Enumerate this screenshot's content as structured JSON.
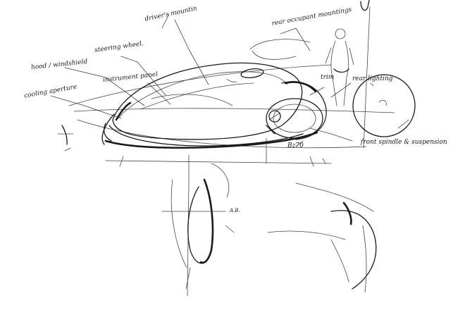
{
  "labels": {
    "driver_mounting": "driver's mountin",
    "rear_occupant_mounting": "rear occupant mountings",
    "steering_wheel": "steering wheel.",
    "hood_windshield": "hood / windshield",
    "instrument_panel": "instrument panel",
    "trim": "trim",
    "rear_lighting": "rear lighting",
    "cooling_aperture": "cooling aperture",
    "front_spindle": "front spindle & suspension",
    "dimension_mark": "Bz70",
    "small_mark": "A.B."
  }
}
